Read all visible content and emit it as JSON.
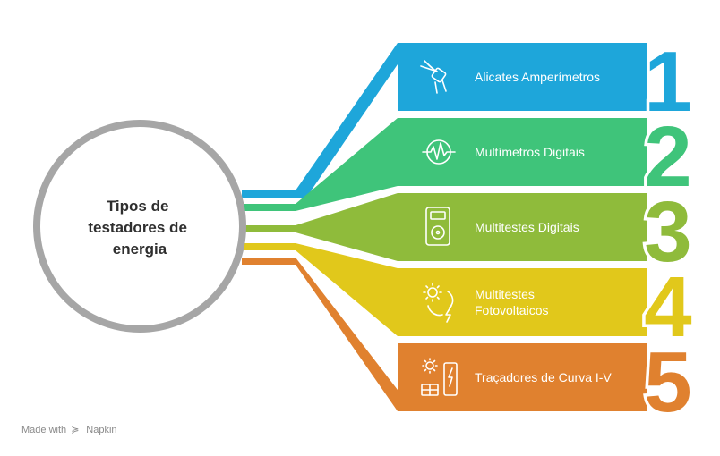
{
  "center": {
    "lines": [
      "Tipos de",
      "testadores de",
      "energia"
    ]
  },
  "items": [
    {
      "number": "1",
      "label_lines": [
        "Alicates Amperímetros"
      ],
      "color": "#1ea6da",
      "icon": "clamp-meter-icon"
    },
    {
      "number": "2",
      "label_lines": [
        "Multímetros Digitais"
      ],
      "color": "#3fc47a",
      "icon": "waveform-icon"
    },
    {
      "number": "3",
      "label_lines": [
        "Multitestes Digitais"
      ],
      "color": "#8fbb3b",
      "icon": "digital-meter-icon"
    },
    {
      "number": "4",
      "label_lines": [
        "Multitestes",
        "Fotovoltaicos"
      ],
      "color": "#e1c81b",
      "icon": "solar-cycle-icon"
    },
    {
      "number": "5",
      "label_lines": [
        "Traçadores de Curva I-V"
      ],
      "color": "#e0812f",
      "icon": "solar-panel-battery-icon"
    }
  ],
  "footer": {
    "made_with": "Made with",
    "brand": "Napkin"
  },
  "colors": {
    "circle": "#a6a6a6",
    "number_stroke": "#ffffff"
  }
}
